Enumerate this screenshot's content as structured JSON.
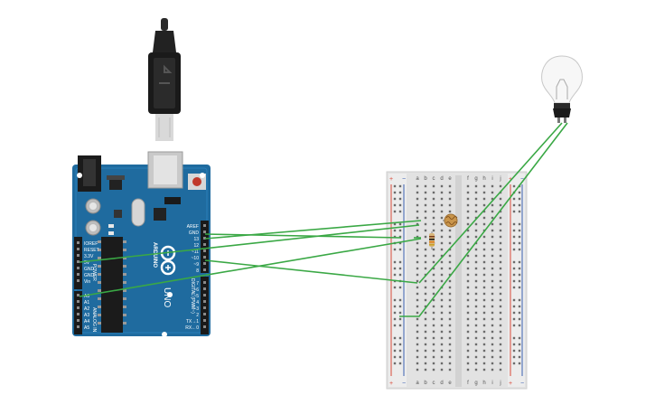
{
  "arduino": {
    "brand": "ARDUINO",
    "model": "UNO",
    "label_digital": "DIGITAL (PWM~)",
    "label_power": "POWER",
    "label_analog": "ANALOG IN",
    "top_pins": [
      "AREF",
      "GND",
      "13",
      "12",
      "~11",
      "~10",
      "~9",
      "8"
    ],
    "bottom_pins": [
      "7",
      "~6",
      "~5",
      "4",
      "~3",
      "2",
      "TX→1",
      "RX←0"
    ],
    "power_pins": [
      "IOREF",
      "RESET",
      "3.3V",
      "5V",
      "GND",
      "GND",
      "Vin"
    ],
    "analog_pins": [
      "A0",
      "A1",
      "A2",
      "A3",
      "A4",
      "A5"
    ]
  },
  "breadboard": {
    "columns_left": [
      "a",
      "b",
      "c",
      "d",
      "e"
    ],
    "columns_right": [
      "f",
      "g",
      "h",
      "i",
      "j"
    ],
    "rails": [
      "+",
      "−"
    ]
  },
  "colors": {
    "board": "#1f6b9f",
    "board_dark": "#18577f",
    "wire": "#3aa845",
    "breadboard": "#e2e2e2",
    "rail_red": "#d84a3a",
    "rail_blue": "#3a5fb0"
  },
  "icons": [
    "usb-cable-icon",
    "lightbulb-icon",
    "photoresistor-icon",
    "resistor-icon"
  ]
}
